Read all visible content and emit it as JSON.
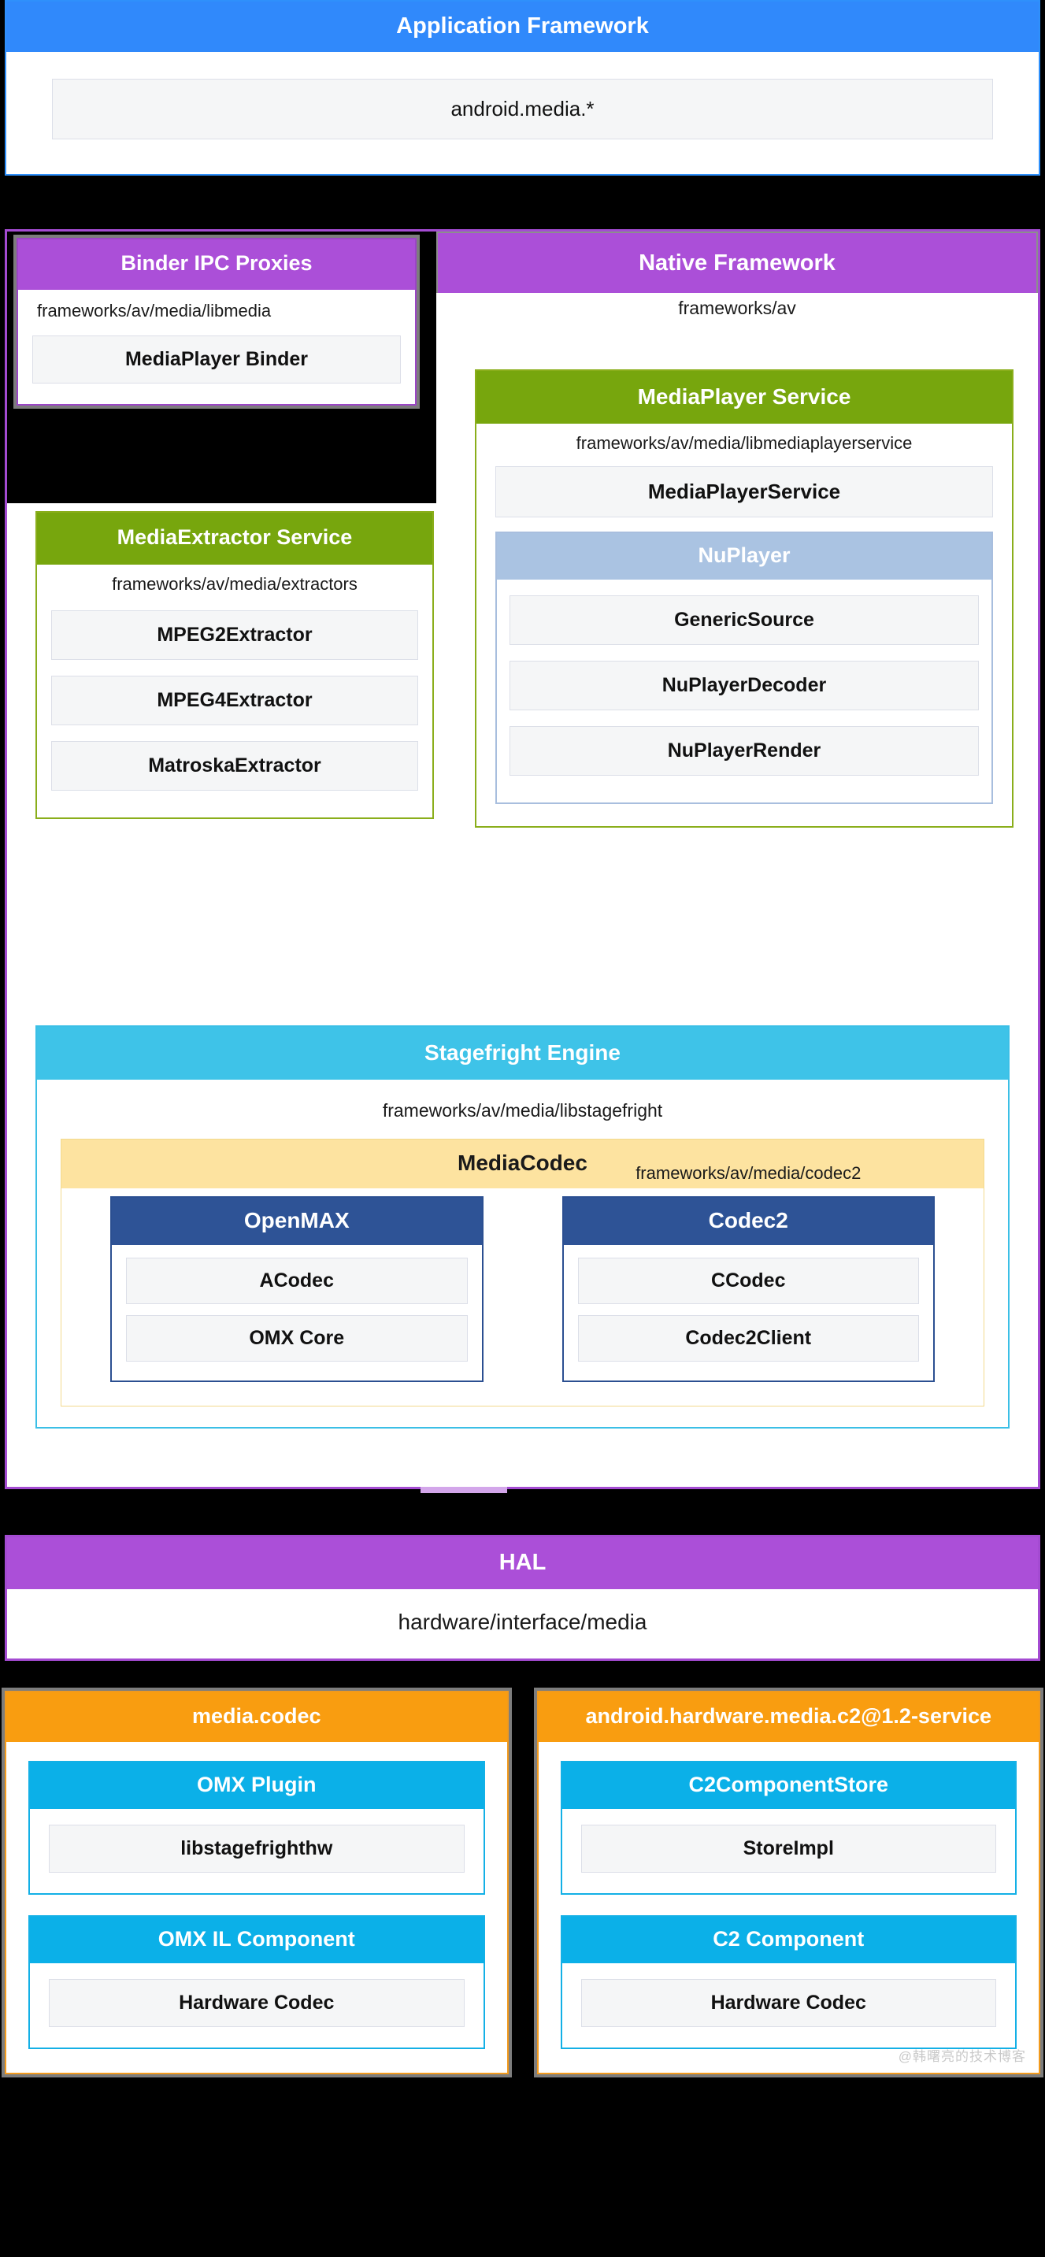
{
  "colors": {
    "app_framework_blue": "#3089fb",
    "purple": "#ab4fd8",
    "green": "#77a60d",
    "cyan": "#3ec3e8",
    "yellow": "#fde3a0",
    "navy": "#2e5396",
    "orange": "#f99d10",
    "light_blue": "#0bb0e8",
    "nuplayer_blue": "#aac3e2",
    "background_black": "#000000",
    "leaf_gray": "#f5f6f7"
  },
  "app_framework": {
    "title": "Application Framework",
    "items": [
      {
        "label": "android.media.*"
      }
    ]
  },
  "binder_ipc": {
    "title": "Binder IPC Proxies",
    "path": "frameworks/av/media/libmedia",
    "items": [
      {
        "label": "MediaPlayer Binder"
      }
    ]
  },
  "native_framework": {
    "title": "Native Framework",
    "path": "frameworks/av"
  },
  "media_extractor_service": {
    "title": "MediaExtractor Service",
    "path": "frameworks/av/media/extractors",
    "items": [
      {
        "label": "MPEG2Extractor"
      },
      {
        "label": "MPEG4Extractor"
      },
      {
        "label": "MatroskaExtractor"
      }
    ]
  },
  "media_player_service": {
    "title": "MediaPlayer Service",
    "path": "frameworks/av/media/libmediaplayerservice",
    "service_label": "MediaPlayerService",
    "nuplayer": {
      "title": "NuPlayer",
      "items": [
        {
          "label": "GenericSource"
        },
        {
          "label": "NuPlayerDecoder"
        },
        {
          "label": "NuPlayerRender"
        }
      ]
    }
  },
  "stagefright": {
    "title": "Stagefright Engine",
    "path": "frameworks/av/media/libstagefright",
    "media_codec": {
      "title": "MediaCodec",
      "codec2_path": "frameworks/av/media/codec2",
      "columns": [
        {
          "title": "OpenMAX",
          "items": [
            {
              "label": "ACodec"
            },
            {
              "label": "OMX Core"
            }
          ]
        },
        {
          "title": "Codec2",
          "items": [
            {
              "label": "CCodec"
            },
            {
              "label": "Codec2Client"
            }
          ]
        }
      ]
    }
  },
  "hal": {
    "title": "HAL",
    "path": "hardware/interface/media"
  },
  "vendors": [
    {
      "title": "media.codec",
      "plugins": [
        {
          "title": "OMX Plugin",
          "items": [
            {
              "label": "libstagefrighthw"
            }
          ]
        },
        {
          "title": "OMX IL Component",
          "items": [
            {
              "label": "Hardware Codec"
            }
          ]
        }
      ]
    },
    {
      "title": "android.hardware.media.c2@1.2-service",
      "plugins": [
        {
          "title": "C2ComponentStore",
          "items": [
            {
              "label": "StoreImpl"
            }
          ]
        },
        {
          "title": "C2 Component",
          "items": [
            {
              "label": "Hardware Codec"
            }
          ]
        }
      ]
    }
  ],
  "watermark": "@韩曙亮的技术博客"
}
